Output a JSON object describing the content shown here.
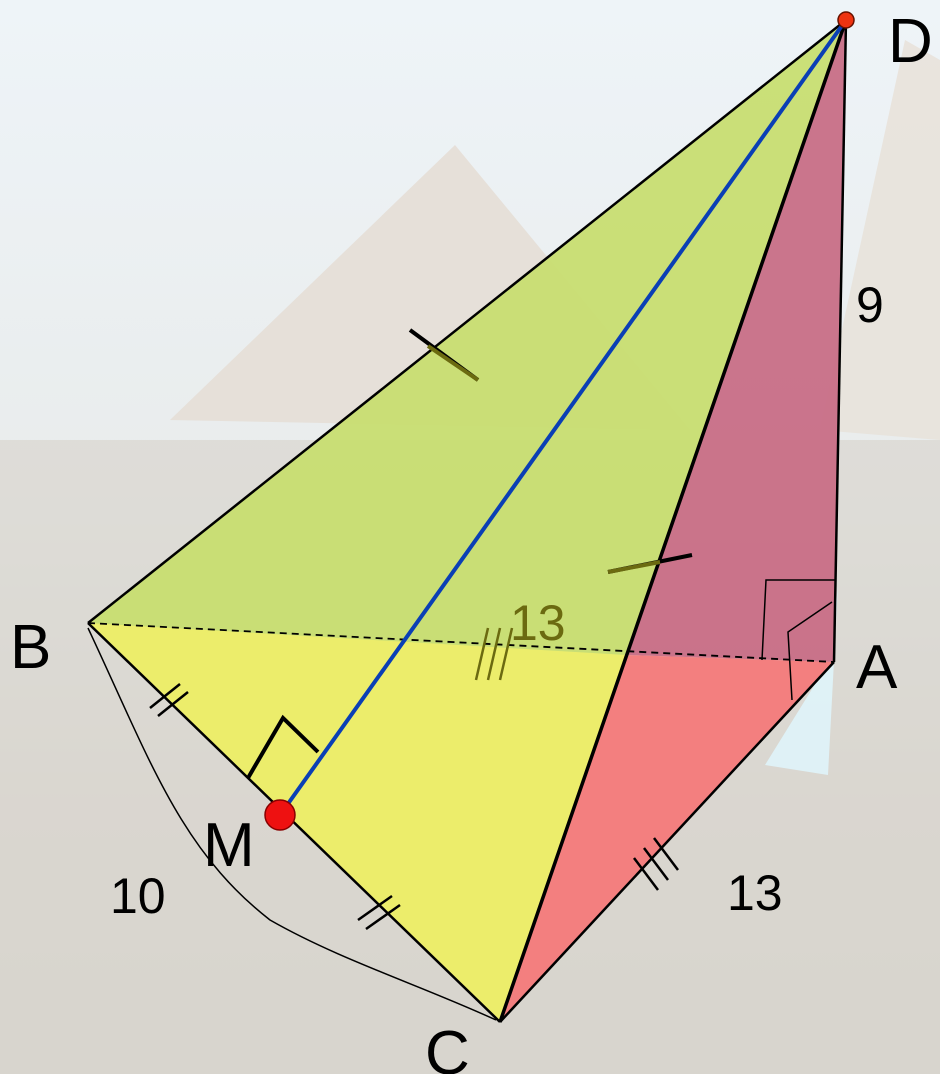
{
  "figure": {
    "points": {
      "A": "A",
      "B": "B",
      "C": "C",
      "D": "D",
      "M": "M"
    },
    "lengths": {
      "DA": "9",
      "BC": "10",
      "AC": "13",
      "AB": "13"
    },
    "colors": {
      "face_bcd": "#c7de6e",
      "face_bca": "#f2f06a",
      "face_acd": "#c86e86",
      "face_abc_lower": "#f47a7a",
      "median_dm": "#0a3fb5",
      "point": "#ee1111",
      "tick_olive": "#6b6a10"
    }
  }
}
